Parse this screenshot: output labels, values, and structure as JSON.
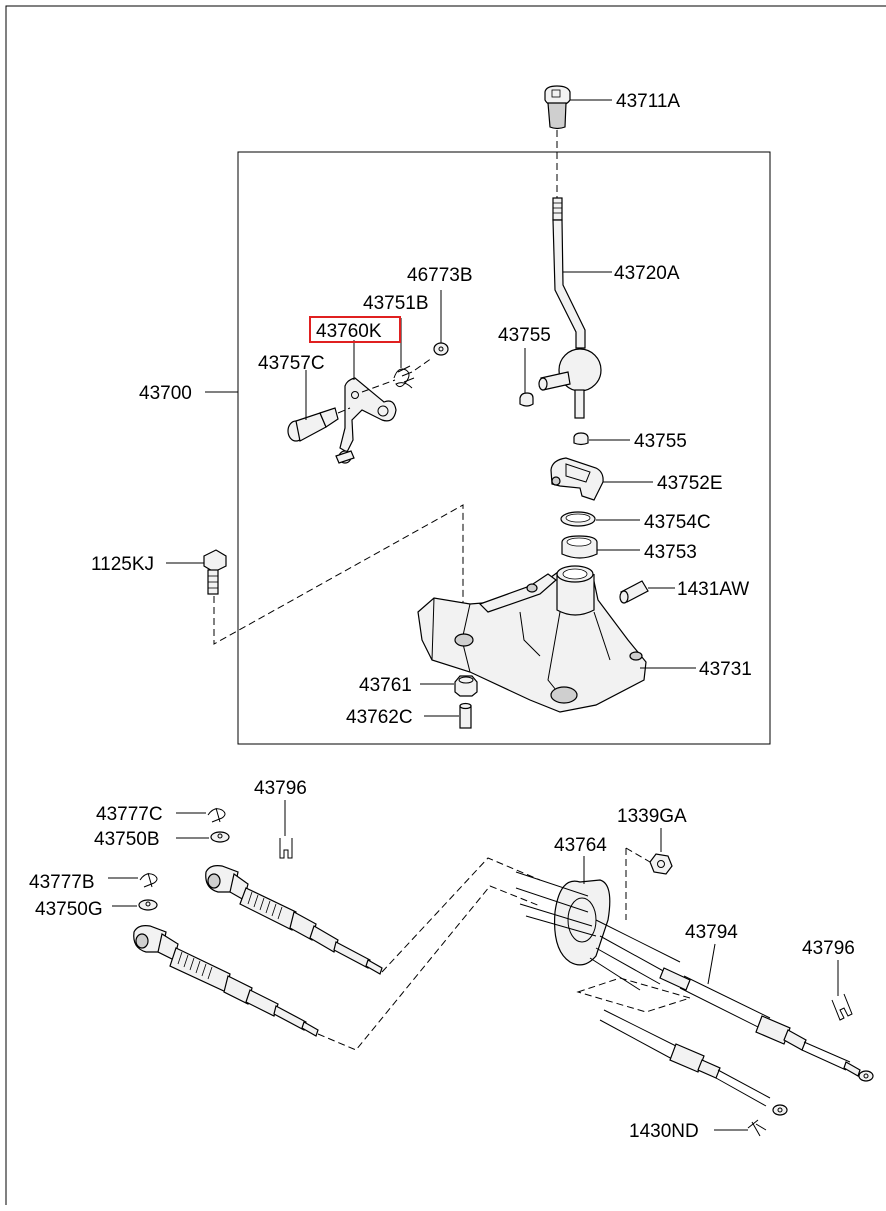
{
  "colors": {
    "highlight": "#e02020",
    "ink": "#000000",
    "background": "#ffffff"
  },
  "labels": {
    "l43711A": "43711A",
    "l43720A": "43720A",
    "l46773B": "46773B",
    "l43751B": "43751B",
    "l43760K": "43760K",
    "l43757C": "43757C",
    "l43755a": "43755",
    "l43755b": "43755",
    "l43700": "43700",
    "l43752E": "43752E",
    "l43754C": "43754C",
    "l43753": "43753",
    "l1125KJ": "1125KJ",
    "l1431AW": "1431AW",
    "l43731": "43731",
    "l43761": "43761",
    "l43762C": "43762C",
    "l43796a": "43796",
    "l43777C": "43777C",
    "l43750B": "43750B",
    "l43777B": "43777B",
    "l43750G": "43750G",
    "l1339GA": "1339GA",
    "l43764": "43764",
    "l43794": "43794",
    "l43796b": "43796",
    "l1430ND": "1430ND"
  },
  "highlighted_part": "43760K"
}
